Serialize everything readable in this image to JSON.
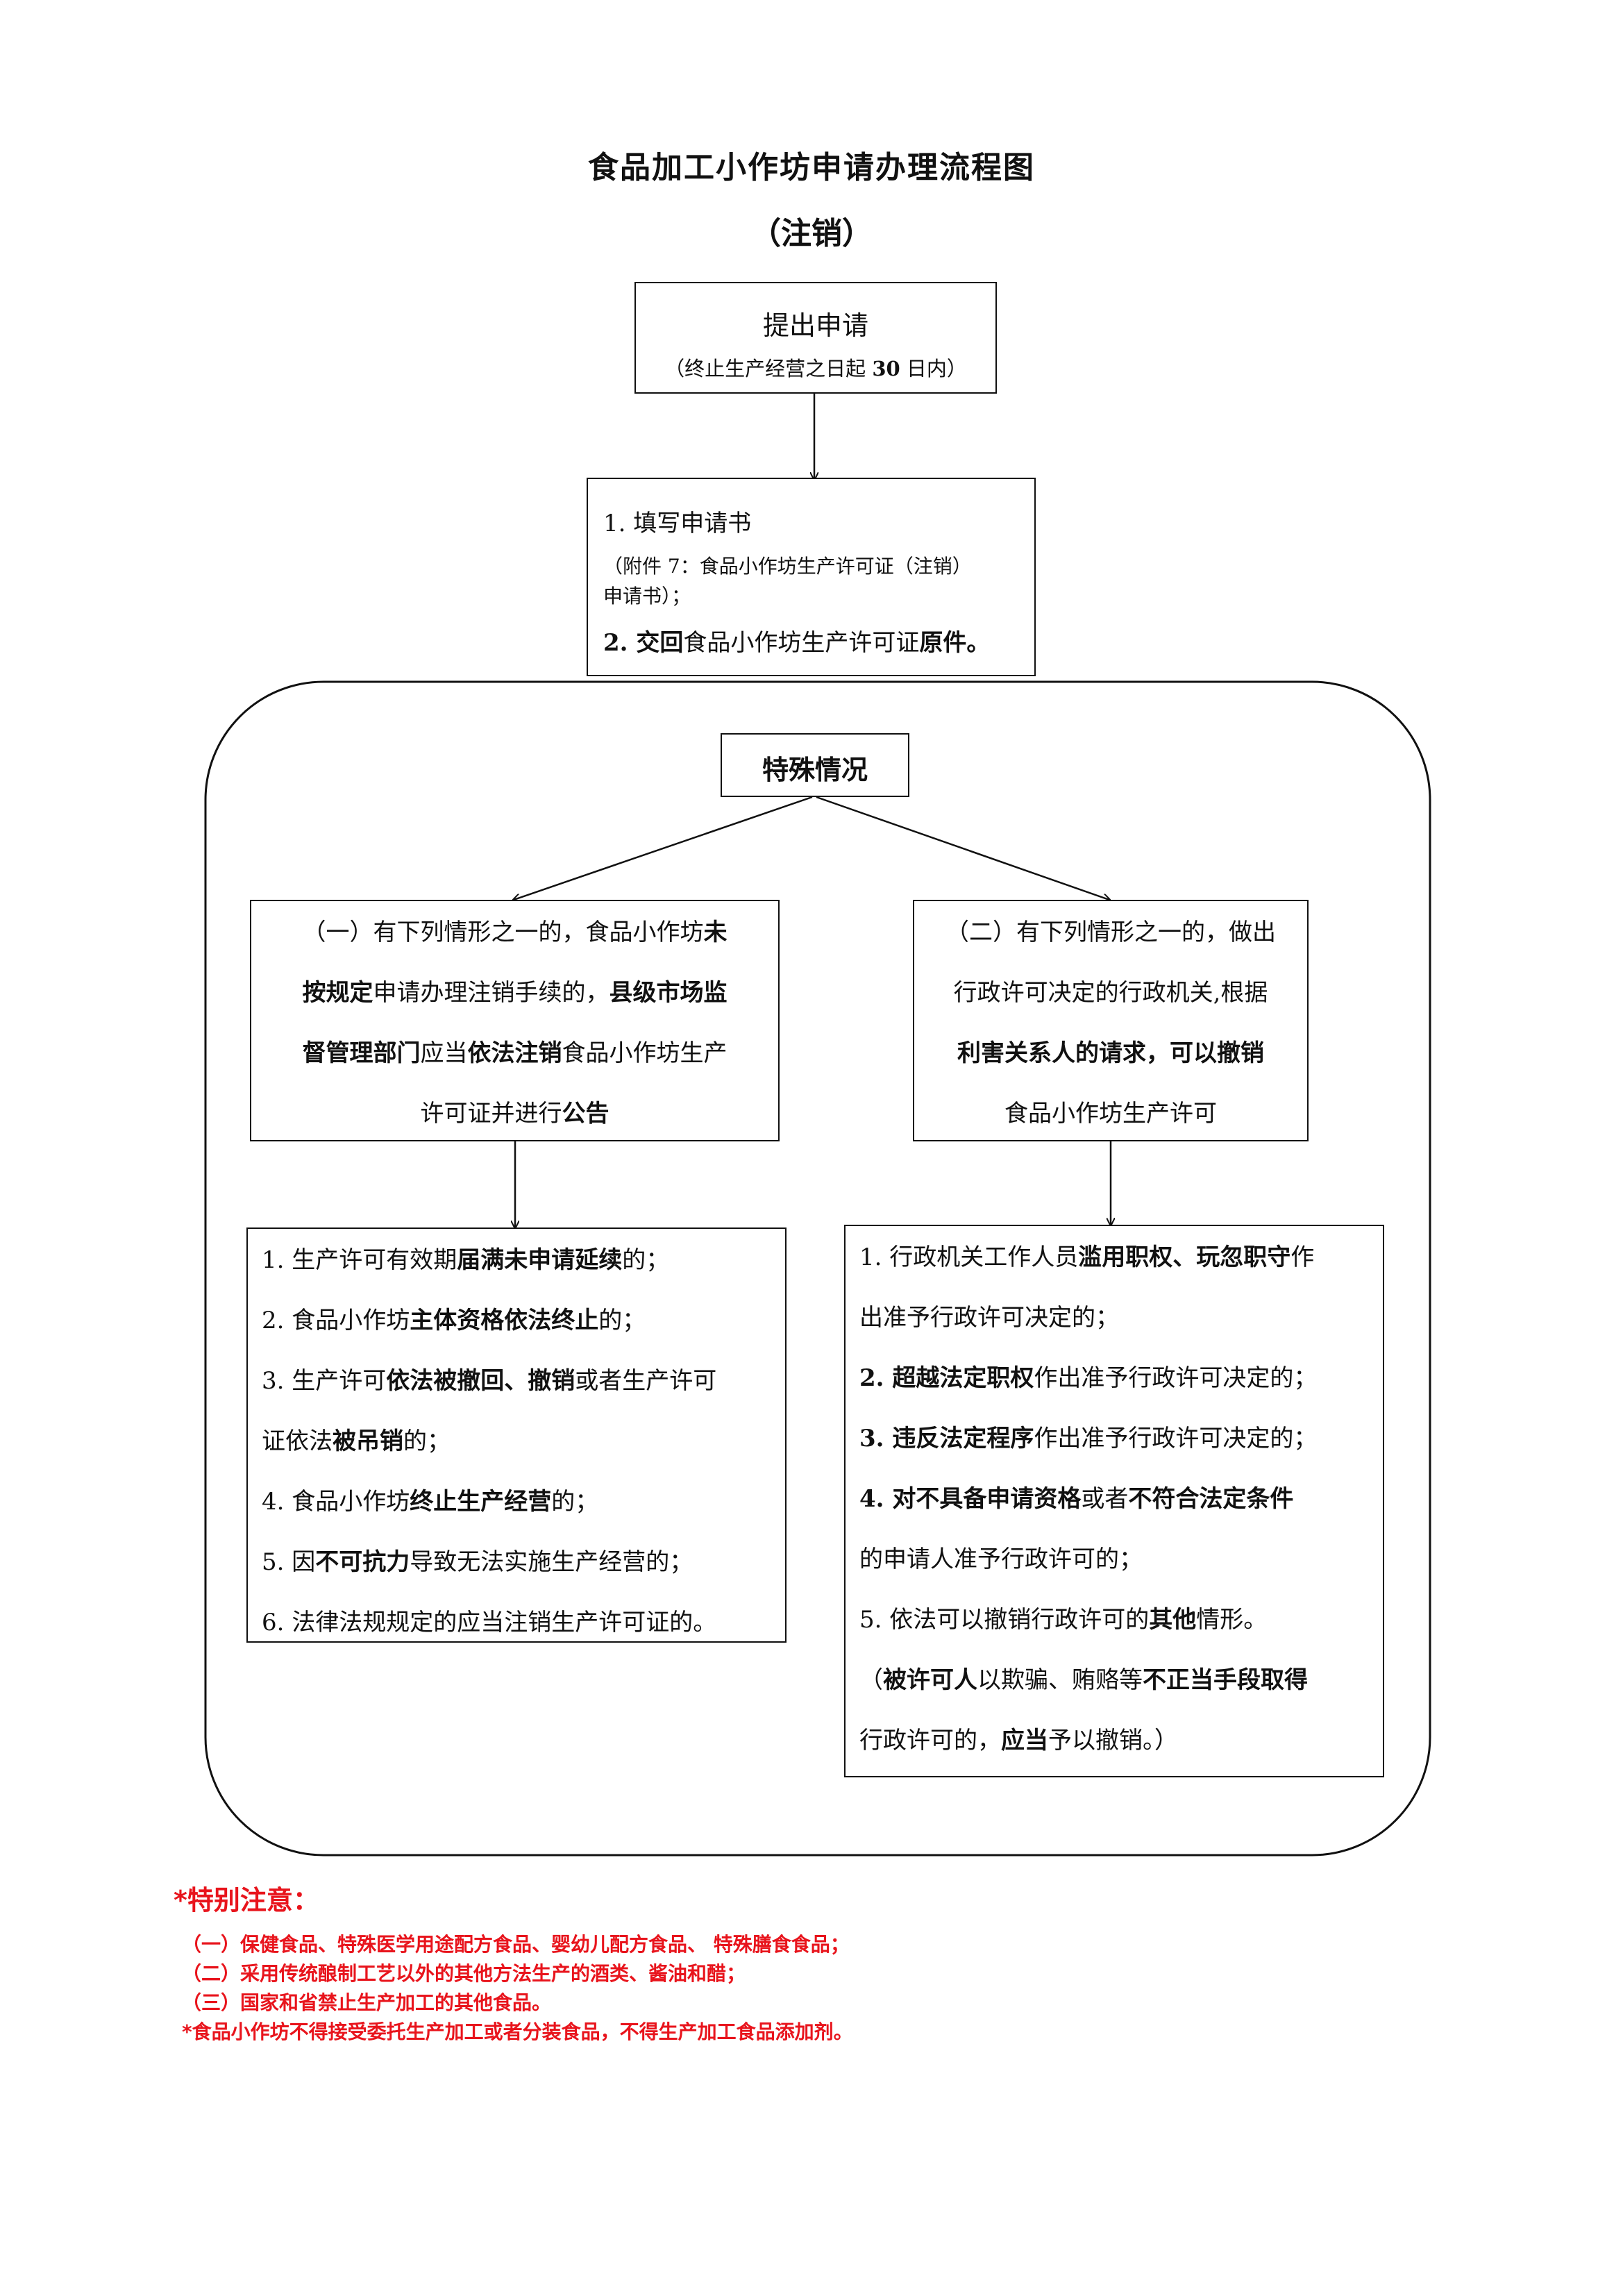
{
  "title": "食品加工小作坊申请办理流程图",
  "subtitle": "（注销）",
  "submit": {
    "label": "提出申请",
    "note_parts": [
      "（终止生产经营之日起 ",
      "30",
      " 日内）"
    ]
  },
  "docs": {
    "item1": "1. 填写申请书",
    "item1_note_line1": "（附件 7：食品小作坊生产许可证（注销）",
    "item1_note_line2": "申请书）；",
    "item2_parts": [
      "2. ",
      "交回",
      "食品小作坊生产许可证",
      "原件",
      "。"
    ]
  },
  "special": {
    "label": "特殊情况"
  },
  "case_left": {
    "lines": [
      [
        "（一）有下列情形之一的，食品小作坊",
        "未"
      ],
      [
        "按规定",
        "申请办理注销手续的，",
        "县级市场监"
      ],
      [
        "督管理部门",
        "应当",
        "依法注销",
        "食品小作坊生产"
      ],
      [
        "许可证并进行",
        "公告"
      ]
    ]
  },
  "case_right": {
    "lines": [
      [
        "（二）有下列情形之一的，做出"
      ],
      [
        "行政许可决定的行政机关,根据"
      ],
      [
        "利害关系人的请求，可以撤销"
      ],
      [
        "食品小作坊生产许可"
      ]
    ]
  },
  "list_left": {
    "lines": [
      [
        "1. 生产许可有效期",
        "届满未申请延续",
        "的；"
      ],
      [
        "2. 食品小作坊",
        "主体资格依法终止",
        "的；"
      ],
      [
        "3. 生产许可",
        "依法被撤回、撤销",
        "或者生产许可"
      ],
      [
        "证依法",
        "被吊销",
        "的；"
      ],
      [
        "4. 食品小作坊",
        "终止生产经营",
        "的；"
      ],
      [
        "5. 因",
        "不可抗力",
        "导致无法实施生产经营的；"
      ],
      [
        "6. 法律法规规定的应当注销生产许可证的。"
      ]
    ]
  },
  "list_right": {
    "lines": [
      [
        "1. 行政机关工作人员",
        "滥用职权、玩忽职守",
        "作"
      ],
      [
        "出准予行政许可决定的；"
      ],
      [
        "2. ",
        "超越法定职权",
        "作出准予行政许可决定的；"
      ],
      [
        "3. ",
        "违反法定程序",
        "作出准予行政许可决定的；"
      ],
      [
        "4. 对不具备申请资格",
        "或者",
        "不符合法定条件"
      ],
      [
        "的申请人准予行政许可的；"
      ],
      [
        "5. 依法可以撤销行政许可的",
        "其他",
        "情形。"
      ],
      [
        "（",
        "被许可人",
        "以欺骗、贿赂等",
        "不正当手段取得"
      ],
      [
        "行政许可的，",
        "应当",
        "予以撤销。）"
      ]
    ]
  },
  "notes": {
    "heading": "*特别注意：",
    "items": [
      "（一）保健食品、特殊医学用途配方食品、婴幼儿配方食品、 特殊膳食食品；",
      "（二）采用传统酿制工艺以外的其他方法生产的酒类、酱油和醋；",
      "（三）国家和省禁止生产加工的其他食品。",
      "*食品小作坊不得接受委托生产加工或者分装食品，不得生产加工食品添加剂。"
    ]
  },
  "colors": {
    "line": "#111111",
    "note_red": "#e8141c"
  }
}
